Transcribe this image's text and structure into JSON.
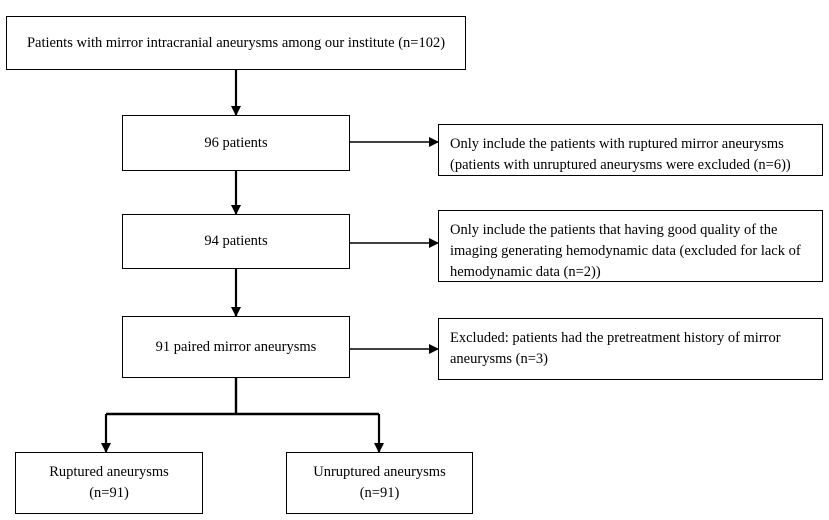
{
  "flowchart": {
    "top": {
      "text": "Patients with mirror intracranial aneurysms among our institute  (n=102)"
    },
    "step1": {
      "text": "96 patients",
      "exclusion": "Only include the patients with ruptured mirror aneurysms (patients with unruptured aneurysms were excluded (n=6))"
    },
    "step2": {
      "text": "94 patients",
      "exclusion": "Only include the patients that having good quality of the imaging generating hemodynamic data (excluded for lack of hemodynamic data (n=2))"
    },
    "step3": {
      "text": "91 paired mirror aneurysms",
      "exclusion": "Excluded: patients had the pretreatment history of mirror aneurysms (n=3)"
    },
    "ruptured": {
      "label": "Ruptured aneurysms",
      "count": "(n=91)"
    },
    "unruptured": {
      "label": "Unruptured aneurysms",
      "count": "(n=91)"
    }
  },
  "colors": {
    "line": "#000000",
    "box_border": "#000000",
    "background": "#ffffff"
  }
}
